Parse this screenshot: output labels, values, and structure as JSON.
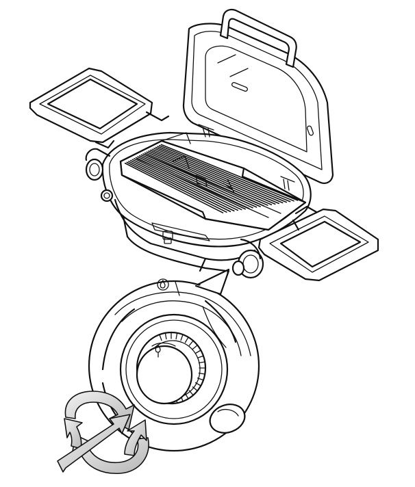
{
  "figure": {
    "kind": "product-illustration",
    "subject": "portable-gas-grill",
    "callout": "burner-control-knob",
    "gesture": "push-and-turn"
  },
  "colors": {
    "line": "#111111",
    "background": "#ffffff",
    "arrow_fill": "#e6e6e6",
    "arrow_shade": "#b0b0b0"
  },
  "icons": {
    "flame_symbol": "flame-icon",
    "rotate_arrows": "rotate-arrows-icon",
    "push_arrow": "push-arrow-icon"
  }
}
